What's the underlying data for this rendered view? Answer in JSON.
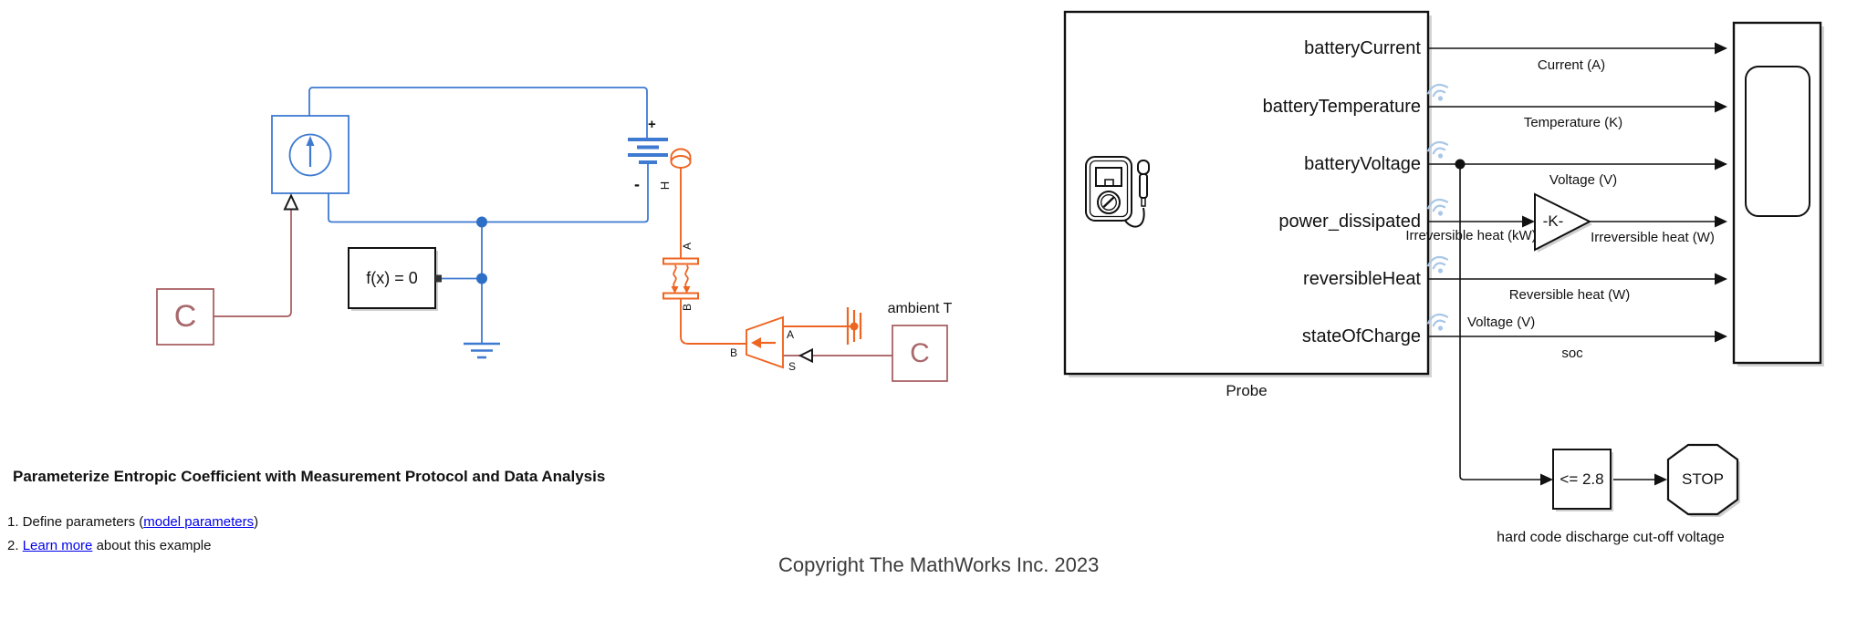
{
  "heading": "Parameterize Entropic Coefficient with Measurement Protocol and Data Analysis",
  "instructions": {
    "item1_prefix": "1. Define parameters (",
    "item1_link": "model parameters",
    "item1_suffix": ")",
    "item2_prefix": "2. ",
    "item2_link": "Learn more",
    "item2_suffix": " about this example"
  },
  "copyright": "Copyright The MathWorks Inc. 2023",
  "blocks": {
    "probe": {
      "label": "Probe",
      "ports": [
        "batteryCurrent",
        "batteryTemperature",
        "batteryVoltage",
        "power_dissipated",
        "reversibleHeat",
        "stateOfCharge"
      ]
    },
    "solver": {
      "label": "f(x) = 0"
    },
    "gain": {
      "label": "-K-"
    },
    "compare": {
      "label": "<= 2.8"
    },
    "stop": {
      "label": "STOP"
    },
    "constant_current": {
      "label": "C"
    },
    "constant_ambient": {
      "label": "C",
      "annotation": "ambient T"
    },
    "stop_annotation": "hard code discharge cut-off voltage",
    "battery": {
      "plus": "+",
      "minus": "-",
      "thermal_port": "H"
    },
    "convection": {
      "port_a": "A",
      "port_b": "B"
    },
    "temperature_source": {
      "port_b": "B",
      "port_a": "A",
      "port_s": "S"
    }
  },
  "signal_labels": {
    "current": "Current (A)",
    "temperature": "Temperature (K)",
    "voltage": "Voltage (V)",
    "irreversible_kw": "Irreversible heat (kW)",
    "irreversible_w": "Irreversible heat (W)",
    "reversible_w": "Reversible heat (W)",
    "voltage_branch": "Voltage (V)",
    "soc": "soc"
  },
  "colors": {
    "electrical_blue": "#3e7ad1",
    "thermal_orange": "#ee6522",
    "physical_brown": "#a4595c",
    "stream_badge_blue": "#a9c7e7",
    "link_blue": "#0000eb"
  }
}
